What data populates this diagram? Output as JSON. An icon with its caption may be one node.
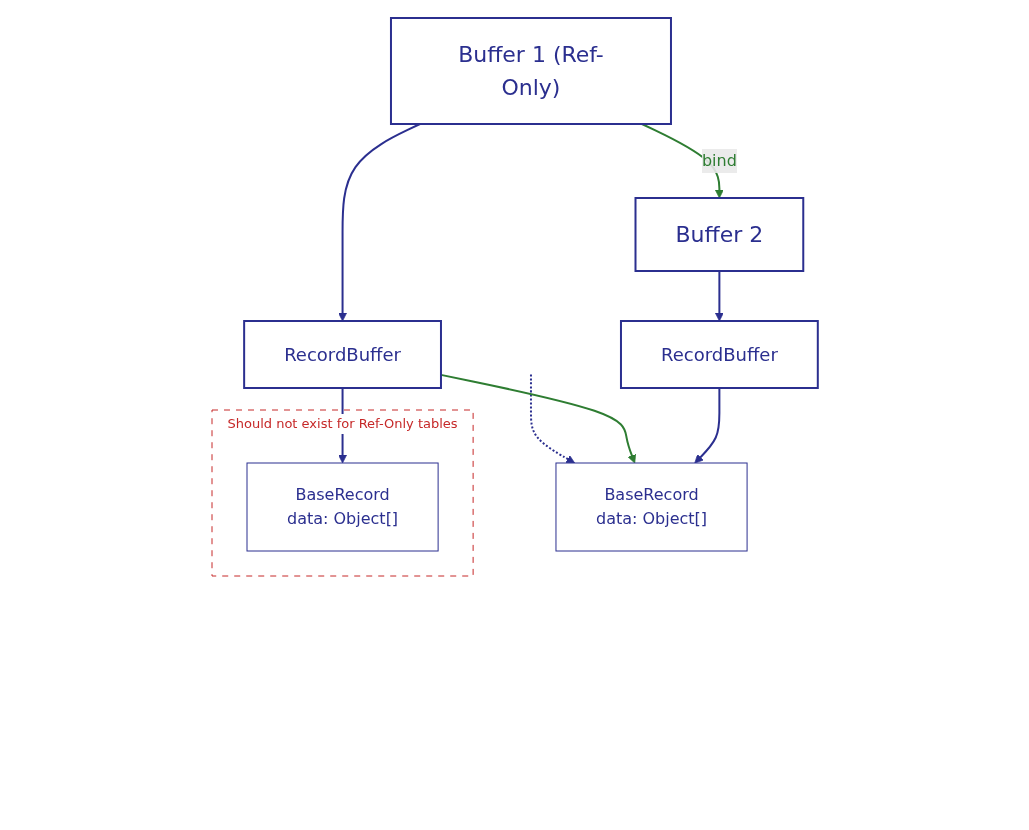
{
  "diagram": {
    "nodes": [
      {
        "text": [
          "Buffer 1 (Ref-Only)"
        ]
      },
      {
        "text": [
          "Buffer 2"
        ]
      },
      {
        "text": [
          "RecordBuffer"
        ]
      },
      {
        "text": [
          "Should not exist for Ref-Only tables"
        ]
      },
      {
        "text": [
          "BaseRecord",
          "data: Object[]"
        ],
        "in": 3
      },
      {
        "text": [
          "RecordBuffer"
        ]
      },
      {
        "text": [
          "BaseRecord",
          "data: Object[]"
        ]
      }
    ],
    "edges": [
      {
        "from": 0,
        "to": 1,
        "arrow": "to",
        "label": "bind",
        "color": "#2e7d32"
      },
      {
        "from": 0,
        "to": 2,
        "arrow": "to"
      },
      {
        "from": 1,
        "to": 5,
        "arrow": "to"
      },
      {
        "from": null,
        "to": 6,
        "arrow": "to",
        "style": "dashed"
      },
      {
        "from": 2,
        "to": 4,
        "arrow": "to"
      },
      {
        "from": 2,
        "to": 6,
        "arrow": "to",
        "color": "#2e7d32"
      },
      {
        "from": 5,
        "to": 6,
        "arrow": "to"
      }
    ]
  }
}
